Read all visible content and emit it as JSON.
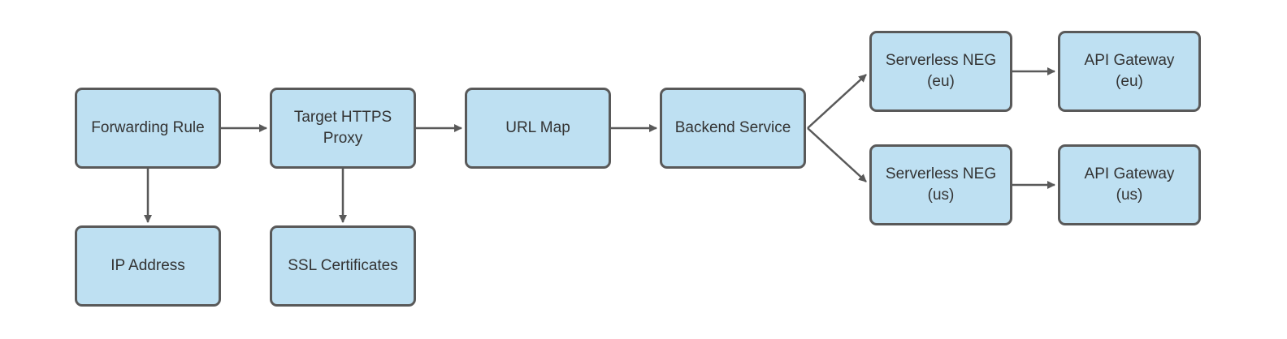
{
  "diagram": {
    "type": "flowchart",
    "nodes": {
      "forwarding_rule": {
        "label": "Forwarding Rule"
      },
      "target_https_proxy": {
        "label": "Target HTTPS\nProxy"
      },
      "url_map": {
        "label": "URL Map"
      },
      "backend_service": {
        "label": "Backend Service"
      },
      "serverless_neg_eu": {
        "label": "Serverless NEG\n(eu)"
      },
      "api_gateway_eu": {
        "label": "API Gateway\n(eu)"
      },
      "serverless_neg_us": {
        "label": "Serverless NEG\n(us)"
      },
      "api_gateway_us": {
        "label": "API Gateway\n(us)"
      },
      "ip_address": {
        "label": "IP Address"
      },
      "ssl_certificates": {
        "label": "SSL Certificates"
      }
    },
    "edges": [
      {
        "from": "forwarding_rule",
        "to": "target_https_proxy",
        "direction": "right"
      },
      {
        "from": "target_https_proxy",
        "to": "url_map",
        "direction": "right"
      },
      {
        "from": "url_map",
        "to": "backend_service",
        "direction": "right"
      },
      {
        "from": "backend_service",
        "to": "serverless_neg_eu",
        "direction": "up-right"
      },
      {
        "from": "backend_service",
        "to": "serverless_neg_us",
        "direction": "down-right"
      },
      {
        "from": "serverless_neg_eu",
        "to": "api_gateway_eu",
        "direction": "right"
      },
      {
        "from": "serverless_neg_us",
        "to": "api_gateway_us",
        "direction": "right"
      },
      {
        "from": "forwarding_rule",
        "to": "ip_address",
        "direction": "down"
      },
      {
        "from": "target_https_proxy",
        "to": "ssl_certificates",
        "direction": "down"
      }
    ],
    "colors": {
      "node_fill": "#bee0f2",
      "node_border": "#595959",
      "arrow": "#595959",
      "text": "#333333",
      "background": "#ffffff"
    }
  }
}
